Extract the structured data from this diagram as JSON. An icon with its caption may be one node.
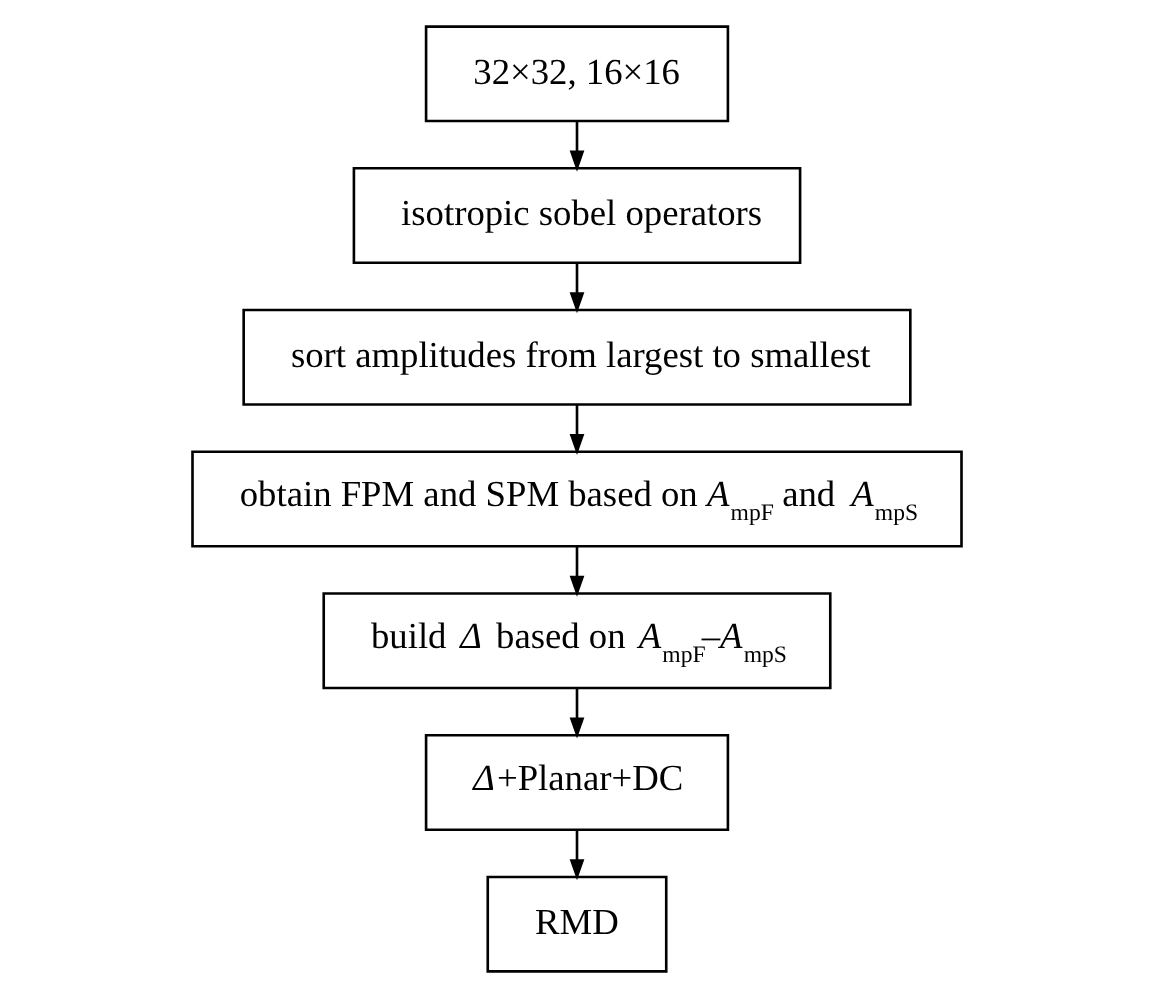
{
  "diagram": {
    "nodes": [
      {
        "text": [
          "32×32, 16×16"
        ]
      },
      {
        "text": [
          "isotropic sobel operators"
        ]
      },
      {
        "text": [
          "sort amplitudes from largest to smallest"
        ]
      },
      {
        "text": [
          "obtain FPM and SPM based on *A*$_{mpF}$ and *A*$_{mpS}$"
        ]
      },
      {
        "text": [
          "build *Δ* based on *A*$_{mpF}$–*A*$_{mpS}$"
        ]
      },
      {
        "text": [
          "*Δ*+Planar+DC"
        ]
      },
      {
        "text": [
          "RMD"
        ]
      }
    ],
    "edges": [
      {
        "from": 0,
        "to": 1,
        "arrow": "to"
      },
      {
        "from": 1,
        "to": 2,
        "arrow": "to"
      },
      {
        "from": 2,
        "to": 3,
        "arrow": "to"
      },
      {
        "from": 3,
        "to": 4,
        "arrow": "to"
      },
      {
        "from": 4,
        "to": 5,
        "arrow": "to"
      },
      {
        "from": 5,
        "to": 6,
        "arrow": "to"
      }
    ]
  }
}
